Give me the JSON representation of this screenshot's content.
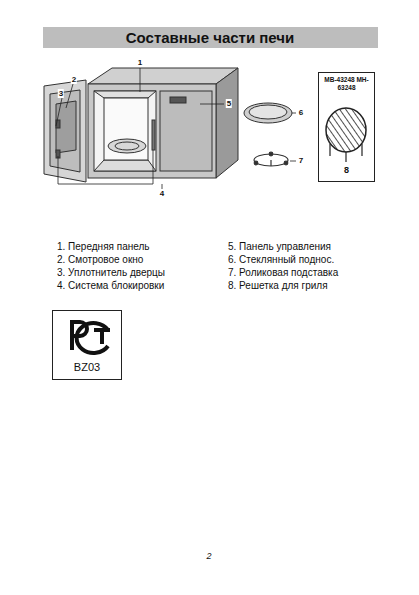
{
  "diagram": {
    "title": "Составные части печи",
    "nodes": [
      {
        "text": [
          "MB-43248 MH-63248",
          "8"
        ]
      },
      {
        "text": [
          "BZ03"
        ]
      }
    ],
    "edges": [],
    "labels": [
      "1",
      "2",
      "3",
      "4",
      "5",
      "6",
      "7",
      "1. Передняя панель",
      "2. Смотровое окно",
      "3. Уплотнитель дверцы",
      "4. Система блокировки",
      "5. Панель управления",
      "6. Стеклянный поднос.",
      "7. Роликовая подставка",
      "8. Решетка для гриля",
      "2"
    ]
  }
}
